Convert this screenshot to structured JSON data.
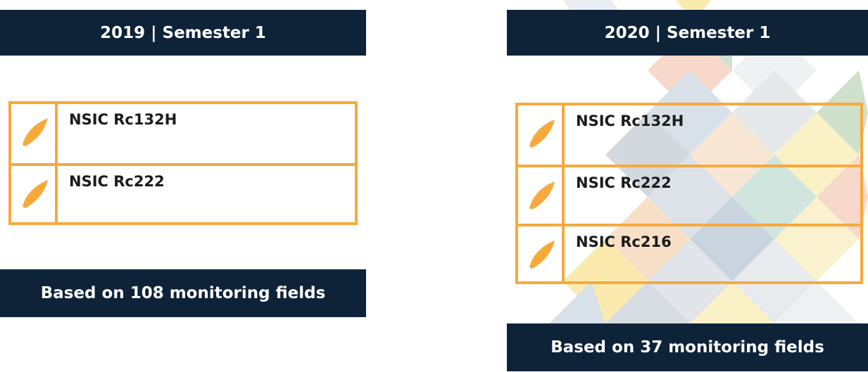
{
  "left_panel": {
    "header": "2019 | Semester 1",
    "varieties": [
      {
        "icon": "rice-grain-icon",
        "name": "NSIC Rc132H"
      },
      {
        "icon": "rice-grain-icon",
        "name": "NSIC Rc222"
      }
    ],
    "footer": "Based on 108 monitoring fields"
  },
  "right_panel": {
    "header": "2020 | Semester 1",
    "varieties": [
      {
        "icon": "rice-grain-icon",
        "name": "NSIC Rc132H"
      },
      {
        "icon": "rice-grain-icon",
        "name": "NSIC Rc222"
      },
      {
        "icon": "rice-grain-icon",
        "name": "NSIC Rc216"
      }
    ],
    "footer": "Based on 37 monitoring fields"
  },
  "colors": {
    "banner": "#0e2238",
    "accent": "#f7a93c",
    "text": "#1b1b1b",
    "background": "#ffffff"
  }
}
